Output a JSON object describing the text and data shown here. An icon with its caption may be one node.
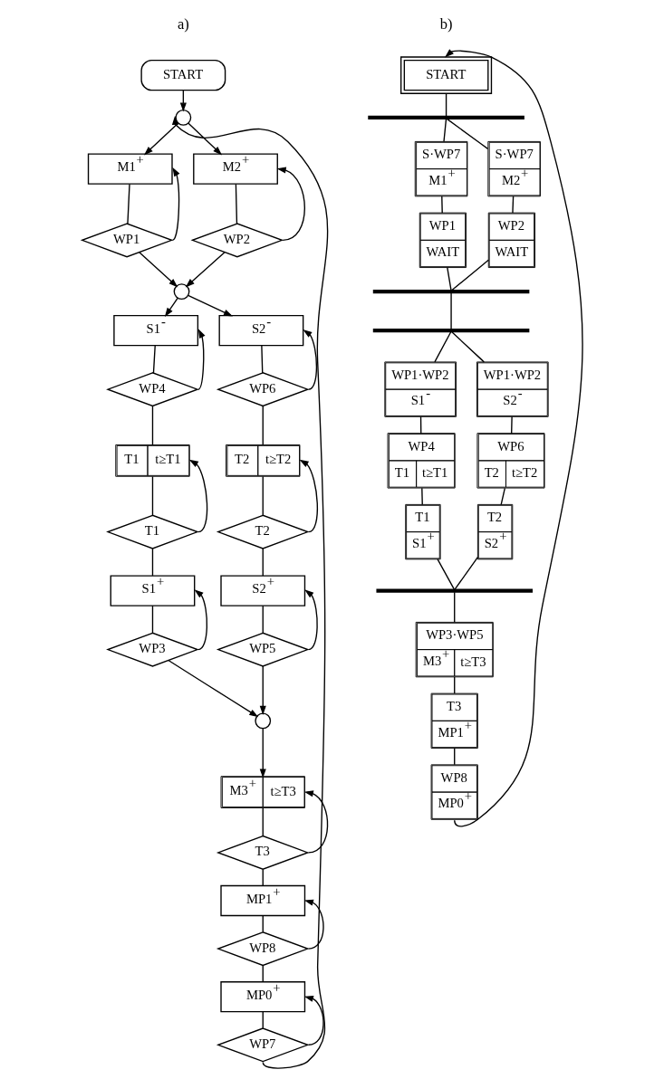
{
  "diagram": {
    "nodes": [
      {
        "text": [
          "START"
        ]
      },
      {
        "text": [],
        "shape": "circle"
      },
      {
        "text": [
          "M1$^{+}$"
        ]
      },
      {
        "text": [
          "WP1"
        ]
      },
      {
        "text": [
          "M2$^{+}$"
        ]
      },
      {
        "text": [
          "WP2"
        ]
      },
      {
        "text": [],
        "shape": "circle"
      },
      {
        "text": [
          "S1$^{-}$"
        ]
      },
      {
        "text": [
          "WP4"
        ]
      },
      {
        "text": [
          "S2$^{-}$"
        ]
      },
      {
        "text": [
          "WP6"
        ]
      },
      {
        "text": [
          "T1",
          "t≥T1"
        ]
      },
      {
        "text": [
          "T1"
        ]
      },
      {
        "text": [
          "T2",
          "t≥T2"
        ]
      },
      {
        "text": [
          "T2"
        ]
      },
      {
        "text": [
          "S1$^{+}$"
        ]
      },
      {
        "text": [
          "WP3"
        ]
      },
      {
        "text": [
          "S2$^{+}$"
        ]
      },
      {
        "text": [
          "WP5"
        ]
      },
      {
        "text": [],
        "shape": "circle"
      },
      {
        "text": [
          "M3$^{+}$",
          "t≥T3"
        ]
      },
      {
        "text": [
          "T3"
        ]
      },
      {
        "text": [
          "MP1$^{+}$"
        ]
      },
      {
        "text": [
          "WP8"
        ]
      },
      {
        "text": [
          "MP0$^{+}$"
        ]
      },
      {
        "text": [
          "WP7"
        ]
      },
      {
        "text": [
          "START"
        ]
      },
      {
        "text": [],
        "shape": "bar"
      },
      {
        "text": [
          "S·WP7",
          "M1$^{+}$"
        ]
      },
      {
        "text": [
          "WP1",
          "WAIT"
        ]
      },
      {
        "text": [
          "S·WP7",
          "M2$^{+}$"
        ]
      },
      {
        "text": [
          "WP2",
          "WAIT"
        ]
      },
      {
        "text": [],
        "shape": "bar"
      },
      {
        "text": [],
        "shape": "bar"
      },
      {
        "text": [
          "WP1·WP2",
          "S1$^{-}$"
        ]
      },
      {
        "text": [
          "WP4",
          "T1",
          "t≥T1"
        ]
      },
      {
        "text": [
          "T1",
          "S1$^{+}$"
        ]
      },
      {
        "text": [
          "WP1·WP2",
          "S2$^{-}$"
        ]
      },
      {
        "text": [
          "WP6",
          "T2",
          "t≥T2"
        ]
      },
      {
        "text": [
          "T2",
          "S2$^{+}$"
        ]
      },
      {
        "text": [],
        "shape": "bar"
      },
      {
        "text": [
          "WP3·WP5",
          "M3$^{+}$",
          "t≥T3"
        ]
      },
      {
        "text": [
          "T3",
          "MP1$^{+}$"
        ]
      },
      {
        "text": [
          "WP8",
          "MP0$^{+}$"
        ]
      }
    ],
    "edges": [
      {
        "from": 0,
        "to": 1,
        "arrow": "to"
      },
      {
        "from": 1,
        "to": 2,
        "arrow": "to"
      },
      {
        "from": 1,
        "to": 4,
        "arrow": "to"
      },
      {
        "from": 2,
        "to": 3,
        "arrow": "none"
      },
      {
        "from": 3,
        "to": 2,
        "arrow": "to"
      },
      {
        "from": 4,
        "to": 5,
        "arrow": "none"
      },
      {
        "from": 5,
        "to": 4,
        "arrow": "to"
      },
      {
        "from": 3,
        "to": 6,
        "arrow": "to"
      },
      {
        "from": 5,
        "to": 6,
        "arrow": "to"
      },
      {
        "from": 6,
        "to": 7,
        "arrow": "to"
      },
      {
        "from": 6,
        "to": 9,
        "arrow": "to"
      },
      {
        "from": 7,
        "to": 8,
        "arrow": "none"
      },
      {
        "from": 8,
        "to": 7,
        "arrow": "to"
      },
      {
        "from": 9,
        "to": 10,
        "arrow": "none"
      },
      {
        "from": 10,
        "to": 9,
        "arrow": "to"
      },
      {
        "from": 8,
        "to": 11,
        "arrow": "none"
      },
      {
        "from": 10,
        "to": 13,
        "arrow": "none"
      },
      {
        "from": 11,
        "to": 12,
        "arrow": "none"
      },
      {
        "from": 12,
        "to": 11,
        "arrow": "to"
      },
      {
        "from": 13,
        "to": 14,
        "arrow": "none"
      },
      {
        "from": 14,
        "to": 13,
        "arrow": "to"
      },
      {
        "from": 12,
        "to": 15,
        "arrow": "none"
      },
      {
        "from": 14,
        "to": 17,
        "arrow": "none"
      },
      {
        "from": 15,
        "to": 16,
        "arrow": "none"
      },
      {
        "from": 16,
        "to": 15,
        "arrow": "to"
      },
      {
        "from": 17,
        "to": 18,
        "arrow": "none"
      },
      {
        "from": 18,
        "to": 17,
        "arrow": "to"
      },
      {
        "from": 16,
        "to": 19,
        "arrow": "to"
      },
      {
        "from": 18,
        "to": 19,
        "arrow": "to"
      },
      {
        "from": 19,
        "to": 20,
        "arrow": "to"
      },
      {
        "from": 20,
        "to": 21,
        "arrow": "none"
      },
      {
        "from": 21,
        "to": 20,
        "arrow": "to"
      },
      {
        "from": 21,
        "to": 22,
        "arrow": "none"
      },
      {
        "from": 22,
        "to": 23,
        "arrow": "none"
      },
      {
        "from": 23,
        "to": 22,
        "arrow": "to"
      },
      {
        "from": 23,
        "to": 24,
        "arrow": "none"
      },
      {
        "from": 24,
        "to": 25,
        "arrow": "none"
      },
      {
        "from": 25,
        "to": 24,
        "arrow": "to"
      },
      {
        "from": 25,
        "to": 1,
        "arrow": "to"
      },
      {
        "from": 26,
        "to": 27,
        "arrow": "none"
      },
      {
        "from": 27,
        "to": 28,
        "arrow": "none"
      },
      {
        "from": 27,
        "to": 30,
        "arrow": "none"
      },
      {
        "from": 28,
        "to": 29,
        "arrow": "none"
      },
      {
        "from": 30,
        "to": 31,
        "arrow": "none"
      },
      {
        "from": 29,
        "to": 32,
        "arrow": "none"
      },
      {
        "from": 31,
        "to": 32,
        "arrow": "none"
      },
      {
        "from": 32,
        "to": 33,
        "arrow": "none"
      },
      {
        "from": 33,
        "to": 34,
        "arrow": "none"
      },
      {
        "from": 33,
        "to": 37,
        "arrow": "none"
      },
      {
        "from": 34,
        "to": 35,
        "arrow": "none"
      },
      {
        "from": 35,
        "to": 36,
        "arrow": "none"
      },
      {
        "from": 37,
        "to": 38,
        "arrow": "none"
      },
      {
        "from": 38,
        "to": 39,
        "arrow": "none"
      },
      {
        "from": 36,
        "to": 40,
        "arrow": "none"
      },
      {
        "from": 39,
        "to": 40,
        "arrow": "none"
      },
      {
        "from": 40,
        "to": 41,
        "arrow": "none"
      },
      {
        "from": 41,
        "to": 42,
        "arrow": "none"
      },
      {
        "from": 42,
        "to": 43,
        "arrow": "none"
      },
      {
        "from": 43,
        "to": 26,
        "arrow": "to"
      }
    ],
    "labels": [
      "a)",
      "b)"
    ]
  }
}
